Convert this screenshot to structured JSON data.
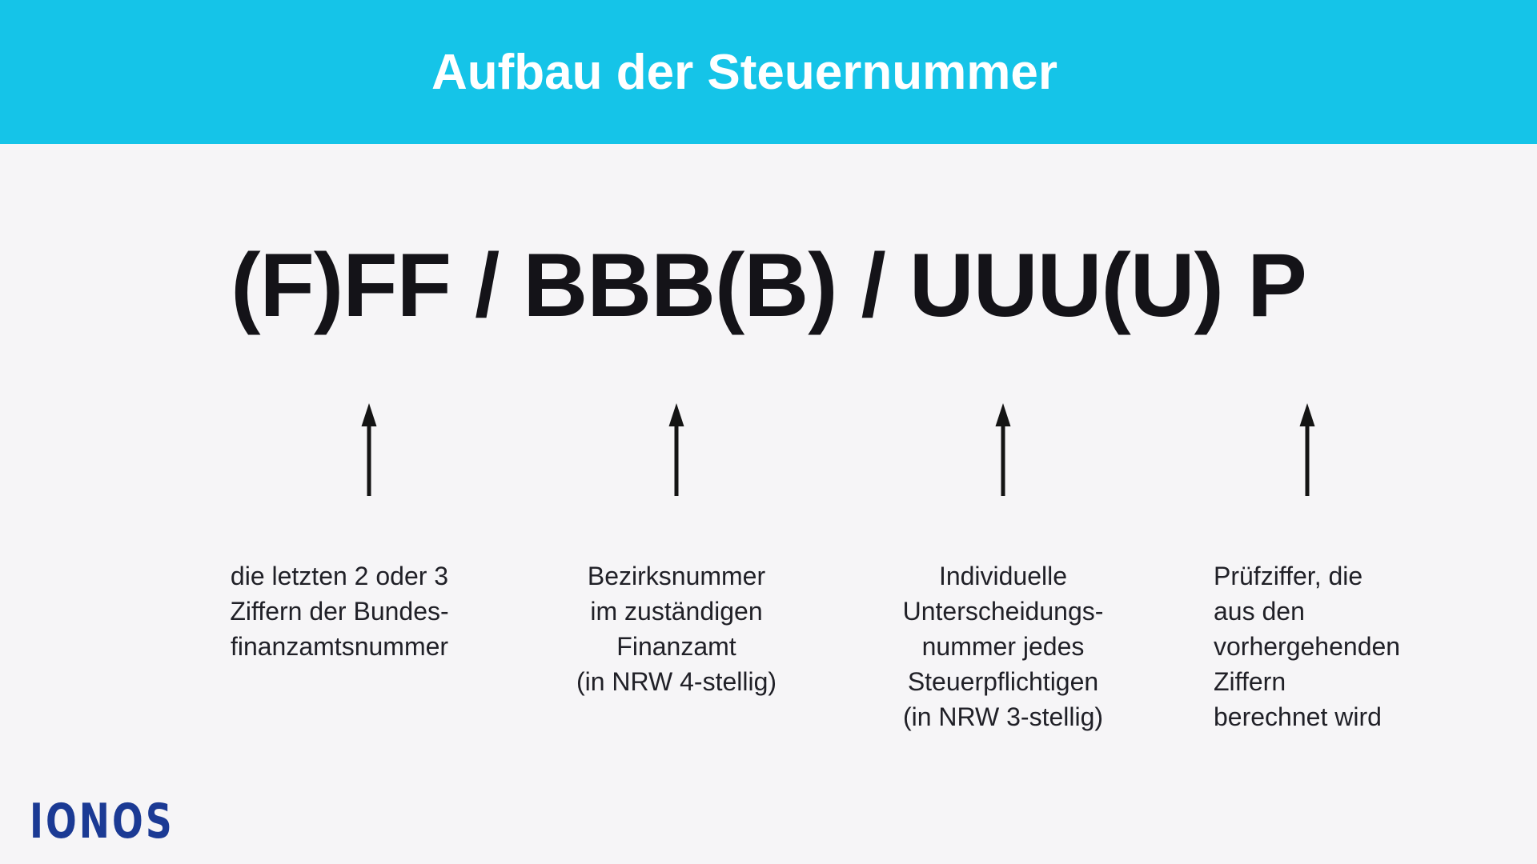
{
  "page": {
    "background_color": "#F6F5F7",
    "text_color": "#202027"
  },
  "header": {
    "title": "Aufbau der Steuernummer",
    "background_color": "#15C4E8",
    "title_color": "#FFFFFF"
  },
  "formula": {
    "text": "(F)FF / BBB(B) / UUU(U) P",
    "color": "#141318",
    "segments": [
      "(F)FF",
      "BBB(B)",
      "UUU(U)",
      "P"
    ]
  },
  "arrows": {
    "count": 4,
    "direction": "up",
    "color": "#141414"
  },
  "annotations": [
    {
      "id": "bundesfinanzamtsnummer",
      "align": "center",
      "text": "die letzten 2 oder 3\nZiffern der Bundes-\nfinanzamtsnummer"
    },
    {
      "id": "bezirksnummer",
      "align": "center",
      "text": "Bezirksnummer\nim zuständigen\nFinanzamt\n(in NRW 4-stellig)"
    },
    {
      "id": "unterscheidungsnummer",
      "align": "center",
      "text": "Individuelle\nUnterscheidungs-\nnummer jedes\nSteuerpflichtigen\n(in NRW 3-stellig)"
    },
    {
      "id": "pruefziffer",
      "align": "left",
      "text": "Prüfziffer, die\naus den\nvorhergehenden\nZiffern\nberechnet wird"
    }
  ],
  "logo": {
    "text": "IONOS",
    "color": "#1B3A94"
  }
}
